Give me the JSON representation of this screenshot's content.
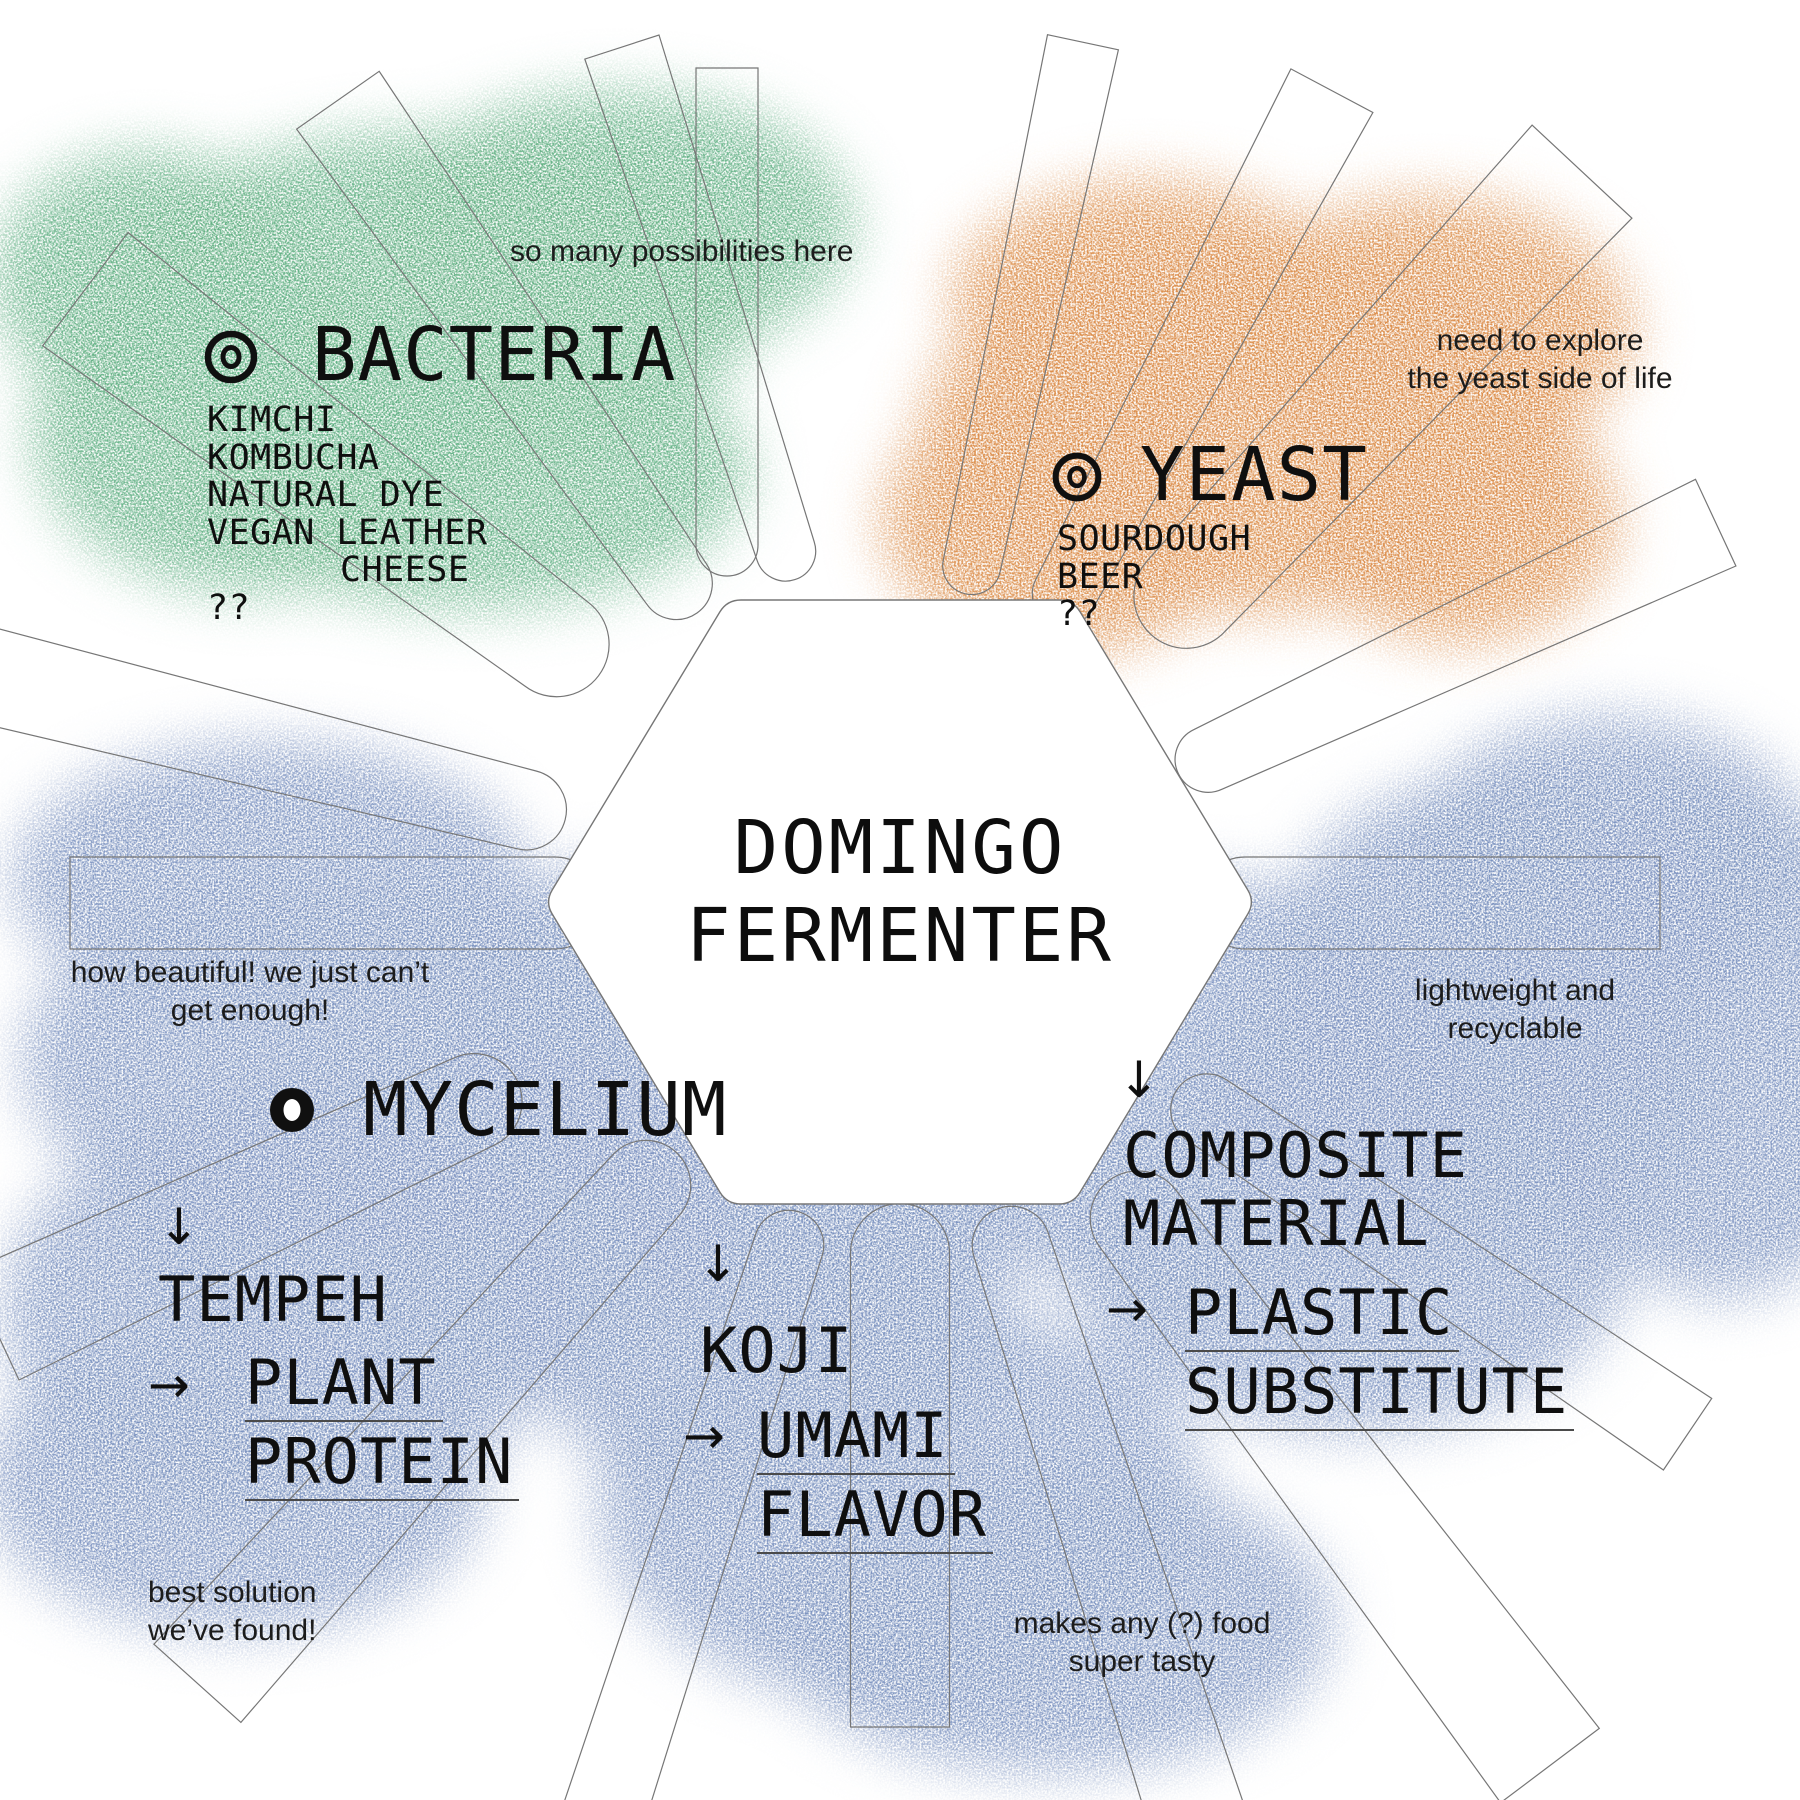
{
  "canvas": {
    "background": "#ffffff"
  },
  "colors": {
    "green": "#62b083",
    "orange": "#db8d4a",
    "blue": "#7c92c0",
    "ink": "#111111",
    "outline": "#767676"
  },
  "center": {
    "line1": "DOMINGO",
    "line2": "FERMENTER"
  },
  "bacteria": {
    "note": "so many possibilities here",
    "label": "BACTERIA",
    "items": [
      "KIMCHI",
      "KOMBUCHA",
      "NATURAL DYE",
      "VEGAN LEATHER",
      "CHEESE",
      "??"
    ]
  },
  "yeast": {
    "note_line1": "need to explore",
    "note_line2": "the yeast side of life",
    "label": "YEAST",
    "items": [
      "SOURDOUGH",
      "BEER",
      "??"
    ]
  },
  "mycelium": {
    "note_line1": "how beautiful! we just can’t",
    "note_line2": "get enough!",
    "label": "MYCELIUM",
    "tempeh": {
      "arrow_down": "↓",
      "name": "TEMPEH",
      "arrow_right": "→",
      "result_line1": "PLANT",
      "result_line2": "PROTEIN",
      "note_line1": "best solution",
      "note_line2": "we’ve found!"
    },
    "koji": {
      "arrow_down": "↓",
      "name": "KOJI",
      "arrow_right": "→",
      "result_line1": "UMAMI",
      "result_line2": "FLAVOR",
      "note_line1": "makes any (?) food",
      "note_line2": "super tasty"
    },
    "composite": {
      "arrow_down": "↓",
      "name_line1": "COMPOSITE",
      "name_line2": "MATERIAL",
      "arrow_right": "→",
      "result_line1": "PLASTIC",
      "result_line2": "SUBSTITUTE",
      "note_line1": "lightweight and",
      "note_line2": "recyclable"
    }
  }
}
